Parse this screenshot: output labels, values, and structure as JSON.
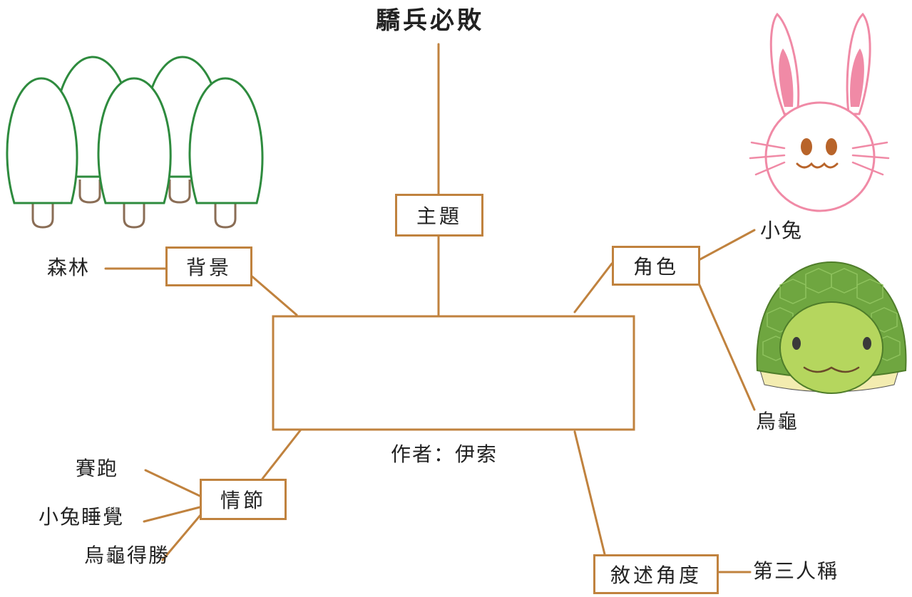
{
  "diagram": {
    "theme": "驕兵必敗",
    "author_line": "作者：伊索",
    "nodes": {
      "theme_box": "主題",
      "setting_box": "背景",
      "setting_value": "森林",
      "characters_box": "角色",
      "character_1": "小兔",
      "character_2": "烏龜",
      "plot_box": "情節",
      "plot_1": "賽跑",
      "plot_2": "小兔睡覺",
      "plot_3": "烏龜得勝",
      "narration_box": "敘述角度",
      "narration_value": "第三人稱"
    }
  },
  "colors": {
    "connector": "#c0823e",
    "tree_outline": "#2e8b3e",
    "trunk_outline": "#8a6d55",
    "rabbit_outline": "#f08aa6",
    "rabbit_inner_ear": "#f08aa6",
    "rabbit_eye": "#b8642a",
    "turtle_shell": "#6fa640",
    "turtle_head": "#b5d65e",
    "turtle_rim": "#f3ecb0"
  },
  "icons": [
    "trees-illustration",
    "rabbit-illustration",
    "turtle-illustration"
  ]
}
